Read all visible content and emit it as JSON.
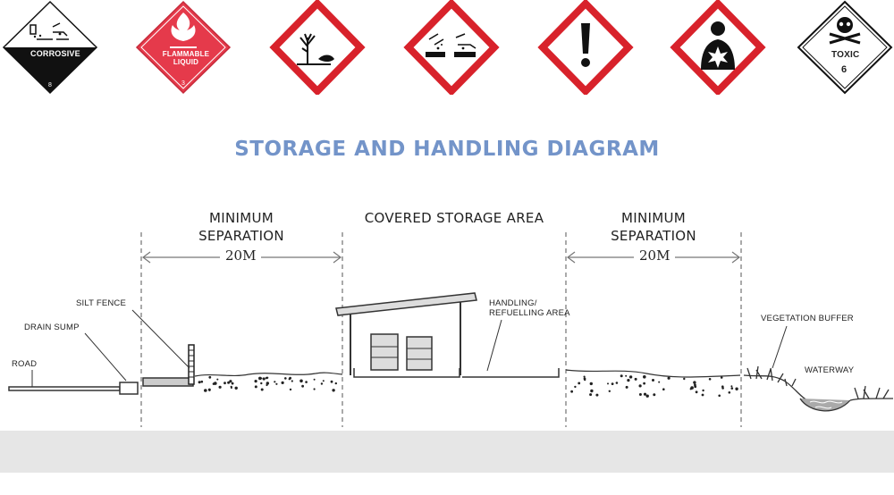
{
  "hazard_signs": [
    {
      "icon": "corrosive-class8-diamond-icon",
      "text": "CORROSIVE",
      "number": "8"
    },
    {
      "icon": "flammable-liquid-class3-diamond-icon",
      "text": "FLAMMABLE LIQUID",
      "number": "3"
    },
    {
      "icon": "environmental-hazard-ghs-icon"
    },
    {
      "icon": "corrosion-ghs-icon"
    },
    {
      "icon": "exclamation-mark-ghs-icon"
    },
    {
      "icon": "health-hazard-ghs-icon"
    },
    {
      "icon": "toxic-class6-diamond-icon",
      "text": "TOXIC",
      "number": "6"
    }
  ],
  "title": "STORAGE AND HANDLING DIAGRAM",
  "zones": {
    "left_separation": {
      "line1": "MINIMUM",
      "line2": "SEPARATION",
      "distance": "20M"
    },
    "storage": {
      "label": "COVERED STORAGE AREA"
    },
    "right_separation": {
      "line1": "MINIMUM",
      "line2": "SEPARATION",
      "distance": "20M"
    }
  },
  "labels": {
    "silt_fence": "SILT FENCE",
    "drain_sump": "DRAIN SUMP",
    "road": "ROAD",
    "handling": "HANDLING/",
    "handling2": "REFUELLING AREA",
    "vegetation_buffer": "VEGETATION BUFFER",
    "waterway": "WATERWAY"
  },
  "colors": {
    "title": "#7394c9",
    "ghs_red": "#d8222b",
    "flammable_red": "#e53a4b",
    "ground": "#e6e6e6",
    "line": "#333333"
  }
}
